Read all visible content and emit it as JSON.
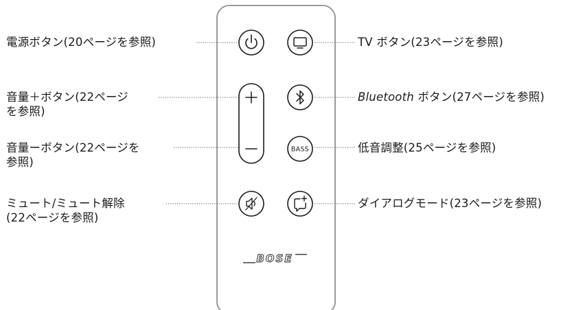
{
  "labels": {
    "power": "電源ボタン(20ページを参照)",
    "volume_up_line1": "音量＋ボタン(22ページ",
    "volume_up_line2": "を参照)",
    "volume_down_line1": "音量ーボタン(22ページを",
    "volume_down_line2": "参照)",
    "mute_line1": "ミュート/ミュート解除",
    "mute_line2": "(22ページを参照)",
    "tv": "TV ボタン(23ページを参照)",
    "bluetooth_word": "Bluetooth",
    "bluetooth_rest": " ボタン(27ページを参照)",
    "bass": "低音調整(25ページを参照)",
    "dialog": "ダイアログモード(23ページを参照)"
  },
  "remote": {
    "bass_button_text": "BASS",
    "logo_text": "BOSE"
  },
  "icons": {
    "power": "power-icon",
    "tv": "tv-icon",
    "volume_up": "plus-icon",
    "bluetooth": "bluetooth-icon",
    "volume_down": "minus-icon",
    "bass": "bass-icon",
    "mute": "mute-icon",
    "dialog": "dialog-mode-icon"
  },
  "colors": {
    "stroke": "#1a1a1a",
    "remote_outline": "#9a9a9a",
    "leader_line": "#555555",
    "text": "#1a1a1a"
  }
}
